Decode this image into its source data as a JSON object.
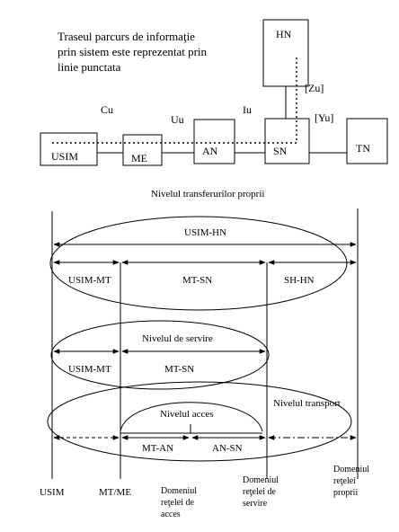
{
  "note": [
    "Traseul  parcurs  de  informaţie",
    "prin sistem este reprezentat prin",
    "linie punctata"
  ],
  "nodes": {
    "usim": "USIM",
    "me": "ME",
    "an": "AN",
    "sn": "SN",
    "hn": "HN",
    "tn": "TN"
  },
  "interfaces": {
    "cu": "Cu",
    "uu": "Uu",
    "iu": "Iu",
    "zu": "[Zu]",
    "yu": "[Yu]"
  },
  "strata": {
    "transfer_title": "Nivelul transferurilor proprii",
    "usim_hn": "USIM-HN",
    "usim_mt_1": "USIM-MT",
    "mt_sn_1": "MT-SN",
    "sh_hn": "SH-HN",
    "serving_title": "Nivelul de servire",
    "usim_mt_2": "USIM-MT",
    "mt_sn_2": "MT-SN",
    "access_title": "Nivelul acces",
    "transport_title": "Nivelul transport",
    "mt_an": "MT-AN",
    "an_sn": "AN-SN"
  },
  "domains": {
    "usim": "USIM",
    "mt_me": "MT/ME",
    "access": [
      "Domeniul",
      "reţelei de",
      "acces"
    ],
    "serving": [
      "Domeniul",
      "reţelei de",
      "servire"
    ],
    "home": [
      "Domeniul",
      "reţelei",
      "proprii"
    ]
  }
}
